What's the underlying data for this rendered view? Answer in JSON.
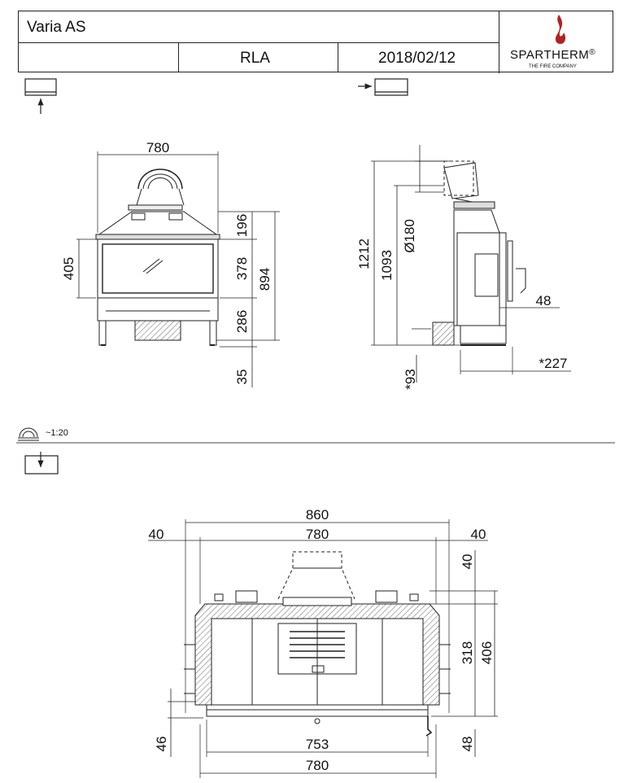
{
  "title_block": {
    "product": "Varia AS",
    "variant": "RLA",
    "date": "2018/02/12",
    "brand": "SPARTHERM",
    "brand_mark": "®",
    "tagline": "THE FIRE COMPANY"
  },
  "scale": {
    "label": "~1:20"
  },
  "front_view": {
    "width": "780",
    "opening_height": "405",
    "top_section": "196",
    "door_height": "378",
    "lower_section": "286",
    "feet": "35",
    "total_height": "894"
  },
  "side_view": {
    "total_height": "1212",
    "flue_height": "1093",
    "flue_diameter": "Ø180",
    "air_offset": "48",
    "depth_offset": "*227",
    "bottom_offset": "*93"
  },
  "plan_view": {
    "outer_width": "860",
    "inner_width": "780",
    "left_margin": "40",
    "right_margin": "40",
    "top_margin": "40",
    "depth_inner": "318",
    "depth_outer": "406",
    "left_front": "46",
    "right_front": "48",
    "glass_width": "753",
    "bottom_width": "780"
  },
  "colors": {
    "line": "#222222",
    "brand_red": "#b22222",
    "hatch": "#555555"
  }
}
